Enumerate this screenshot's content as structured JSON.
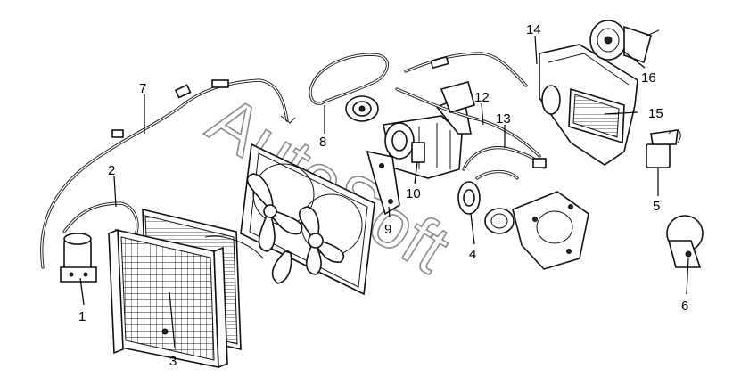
{
  "diagram": {
    "watermark": "AutoSoft",
    "callouts": [
      {
        "id": "1",
        "text": "1"
      },
      {
        "id": "2",
        "text": "2"
      },
      {
        "id": "3",
        "text": "3"
      },
      {
        "id": "4",
        "text": "4"
      },
      {
        "id": "5",
        "text": "5"
      },
      {
        "id": "6",
        "text": "6"
      },
      {
        "id": "7",
        "text": "7"
      },
      {
        "id": "8",
        "text": "8"
      },
      {
        "id": "9",
        "text": "9"
      },
      {
        "id": "10",
        "text": "10"
      },
      {
        "id": "12",
        "text": "12"
      },
      {
        "id": "13",
        "text": "13"
      },
      {
        "id": "14",
        "text": "14"
      },
      {
        "id": "15",
        "text": "15"
      },
      {
        "id": "16",
        "text": "16"
      }
    ]
  }
}
